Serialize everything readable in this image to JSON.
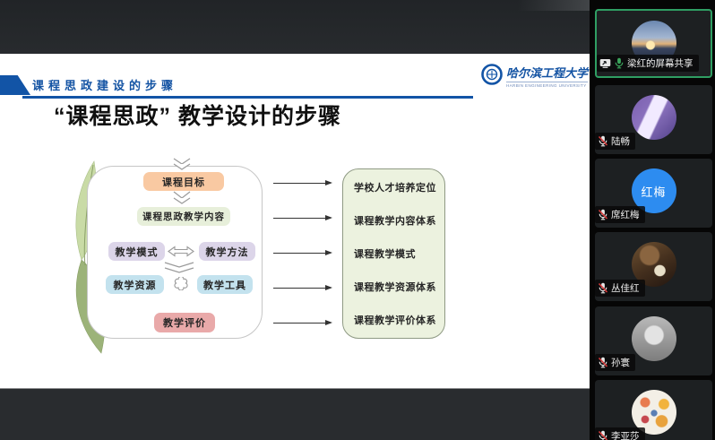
{
  "slide": {
    "header": {
      "title": "课程思政建设的步骤",
      "logo_cn": "哈尔滨工程大学",
      "logo_en": "HARBIN ENGINEERING UNIVERSITY"
    },
    "title": "“课程思政” 教学设计的步骤",
    "flow": {
      "boxes": [
        {
          "label": "课程目标"
        },
        {
          "label": "课程思政教学内容"
        },
        {
          "label": "教学模式"
        },
        {
          "label": "教学方法"
        },
        {
          "label": "教学资源"
        },
        {
          "label": "教学工具"
        },
        {
          "label": "教学评价"
        }
      ]
    },
    "results": [
      "学校人才培养定位",
      "课程教学内容体系",
      "课程教学模式",
      "课程教学资源体系",
      "课程教学评价体系"
    ]
  },
  "participants": [
    {
      "name": "梁红的屏幕共享",
      "mic": "on",
      "sharing": true,
      "avatar": "sunset"
    },
    {
      "name": "陆畅",
      "mic": "muted",
      "sharing": false,
      "avatar": "purple"
    },
    {
      "name": "席红梅",
      "mic": "muted",
      "sharing": false,
      "avatar": "initials",
      "avatar_text": "红梅"
    },
    {
      "name": "丛佳红",
      "mic": "muted",
      "sharing": false,
      "avatar": "book"
    },
    {
      "name": "孙寰",
      "mic": "muted",
      "sharing": false,
      "avatar": "gray"
    },
    {
      "name": "李亚莎",
      "mic": "muted",
      "sharing": false,
      "avatar": "travel"
    }
  ],
  "colors": {
    "header_blue": "#1254a6",
    "sharing_border_green": "#2f9e63",
    "box_goal": "#f9c9a2",
    "box_content": "#e7efda",
    "box_mode_method": "#dcd5e9",
    "box_resource_tool": "#c3e2ee",
    "box_evaluation": "#e9a9a9",
    "result_box_green": "#ecf2df",
    "initials_avatar_blue": "#2d8cf0"
  },
  "icons": {
    "screen_share": "screen-share-icon",
    "mic_on": "mic-on-icon",
    "mic_muted": "mic-muted-icon",
    "university_logo": "university-logo-icon"
  }
}
